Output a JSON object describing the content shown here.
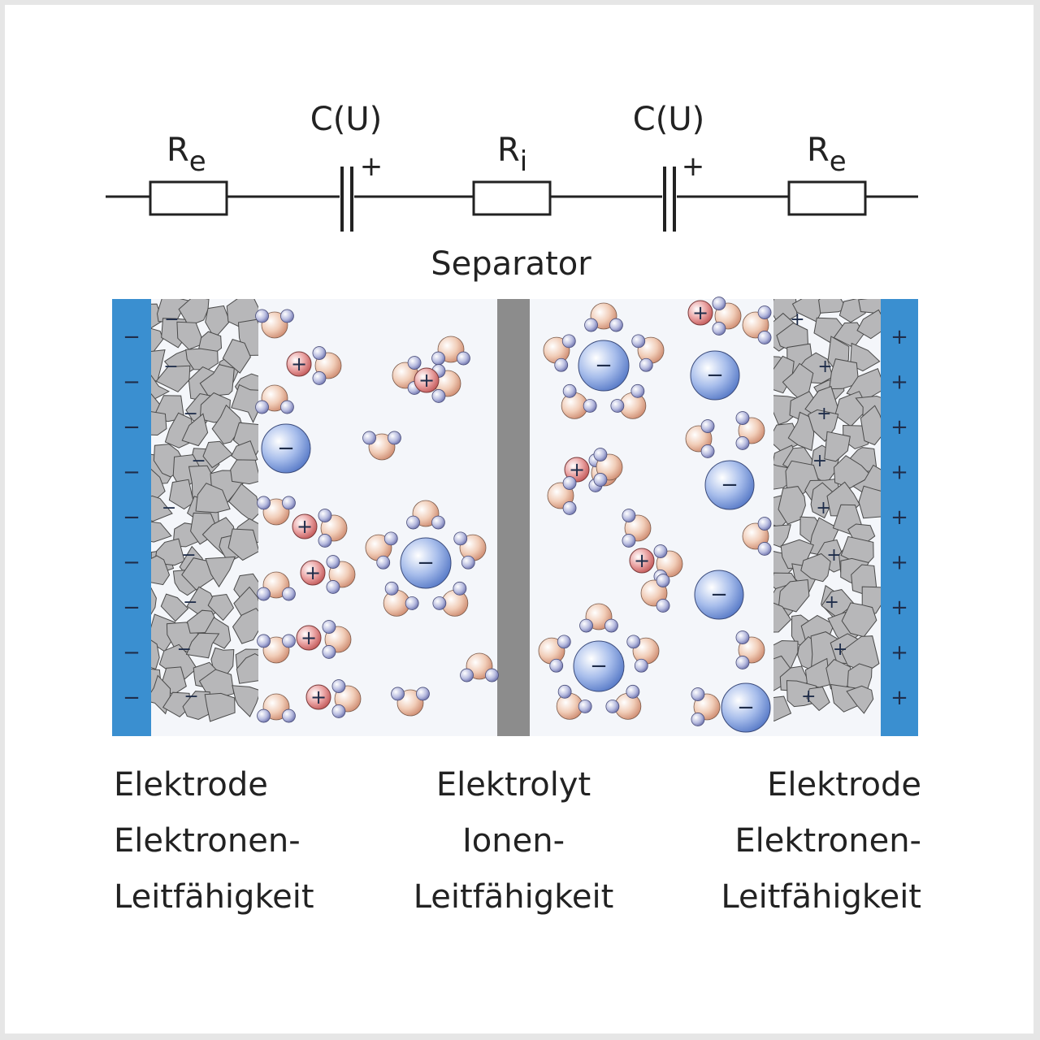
{
  "circuit": {
    "resistor_left": {
      "main": "R",
      "sub": "e"
    },
    "capacitor_left": {
      "label": "C(U)",
      "polarity": "+"
    },
    "resistor_mid": {
      "main": "R",
      "sub": "i"
    },
    "capacitor_right": {
      "label": "C(U)",
      "polarity": "+"
    },
    "resistor_right": {
      "main": "R",
      "sub": "e"
    }
  },
  "separator_label": "Separator",
  "electrode_left": {
    "sign": "−",
    "color": "#3a8fd0"
  },
  "electrode_right": {
    "sign": "+",
    "color": "#3a8fd0"
  },
  "particle_colors": {
    "carbon": "#b7b7b9",
    "water_oxygen": "#e3a98e",
    "water_hydrogen": "#8e93c4",
    "cation": "#d46a6a",
    "anion": "#6f8fd6",
    "separator": "#8c8c8c"
  },
  "captions": {
    "left": [
      "Elektrode",
      "Elektronen-",
      "Leitfähigkeit"
    ],
    "middle": [
      "Elektrolyt",
      "Ionen-",
      "Leitfähigkeit"
    ],
    "right": [
      "Elektrode",
      "Elektronen-",
      "Leitfähigkeit"
    ]
  }
}
